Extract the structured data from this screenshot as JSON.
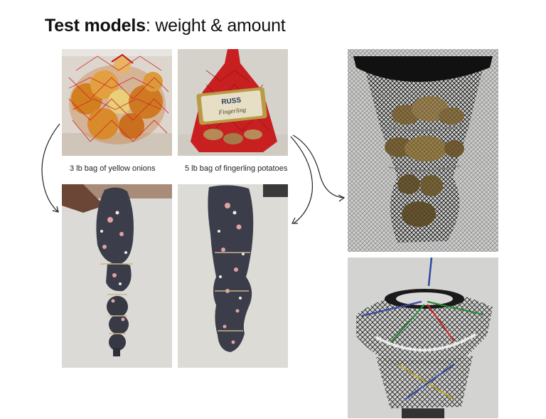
{
  "page": {
    "title_bold": "Test models",
    "title_rest": ": weight & amount"
  },
  "captions": {
    "onions": "3 lb bag of yellow onions",
    "potatoes": "5 lb bag of fingerling potatoes"
  },
  "potato_label": {
    "line1": "RUSS",
    "line2": "Fingerling"
  },
  "colors": {
    "onion": "#d98a2a",
    "net_red": "#d22626",
    "fabric": "#3a3d48",
    "mesh": "#1a1a1a"
  }
}
